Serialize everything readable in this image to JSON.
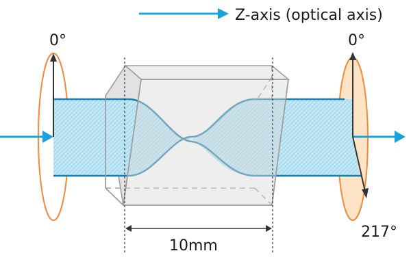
{
  "legend": {
    "label": "Z-axis (optical axis)",
    "arrow_icon": "right-arrow-icon"
  },
  "labels": {
    "input_angle": "0°",
    "output_angle_reference": "0°",
    "output_angle_rotated": "217°",
    "length": "10mm"
  },
  "colors": {
    "beam": "#1aa3d9",
    "beam_fill": "#bfe6f5",
    "ellipse_outline": "#f28a3c",
    "ellipse_fill": "#fde4c6",
    "crystal": "#9e9e9e",
    "crystal_fill": "#e6e6e6",
    "text": "#1a1a1a"
  }
}
